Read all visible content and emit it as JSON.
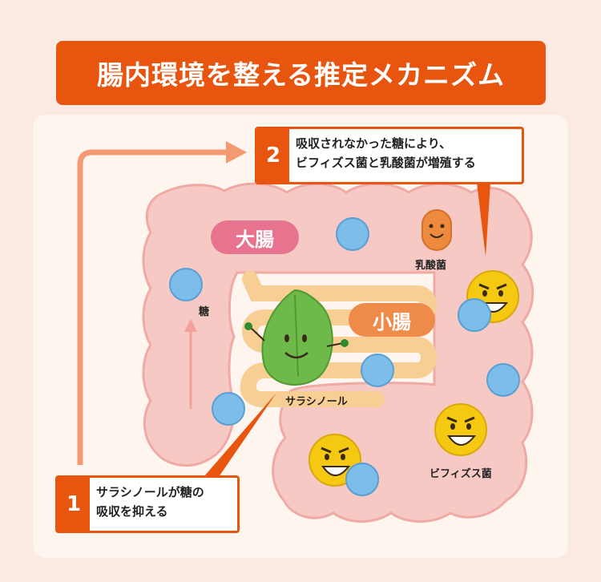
{
  "title": "腸内環境を整える推定メカニズム",
  "steps": [
    {
      "number": "1",
      "text_line1": "サラシノールが糖の",
      "text_line2": "吸収を抑える"
    },
    {
      "number": "2",
      "text_line1": "吸収されなかった糖により、",
      "text_line2": "ビフィズス菌と乳酸菌が増殖する"
    }
  ],
  "labels": {
    "large_intestine": "大腸",
    "small_intestine": "小腸",
    "sugar": "糖",
    "salacinol": "サラシノール",
    "lactic_acid_bacteria": "乳酸菌",
    "bifidobacteria": "ビフィズス菌"
  },
  "colors": {
    "accent": "#e8550f",
    "intestine": "#f7c9c5",
    "small_intestine": "#f7cf95",
    "sugar_ball": "#7dbde9",
    "leaf": "#6db94a",
    "bacteria_face": "#f5c812"
  }
}
